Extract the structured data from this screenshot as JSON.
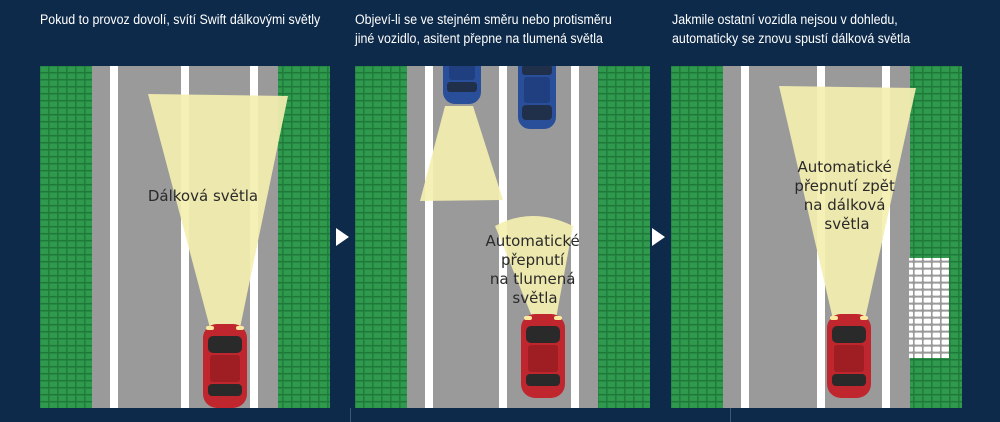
{
  "colors": {
    "background": "#0d2a4a",
    "grass": "#1f7a3a",
    "road": "#9a9a9a",
    "lane_marking": "#ffffff",
    "beam": "#f4efb0",
    "own_car": "#c0262d",
    "oncoming_car": "#2a4f9a"
  },
  "panels": [
    {
      "caption": [
        "Pokud to provoz dovolí, svítí Swift dálkovými světly"
      ],
      "label": [
        "Dálková světla"
      ],
      "beam": "high",
      "oncoming_cars": 0
    },
    {
      "caption": [
        "Objeví-li se ve stejném směru nebo protisměru",
        "jiné vozidlo, asitent přepne na tlumená světla"
      ],
      "label": [
        "Automatické",
        "přepnutí",
        "na tlumená",
        "světla"
      ],
      "beam": "low",
      "oncoming_cars": 2
    },
    {
      "caption": [
        "Jakmile ostatní vozidla nejsou v dohledu,",
        "automaticky se znovu spustí dálková světla"
      ],
      "label": [
        "Automatické",
        "přepnutí zpět",
        "na dálková",
        "světla"
      ],
      "beam": "high",
      "oncoming_cars": 0
    }
  ],
  "icons": {
    "arrow": "right-triangle-arrow",
    "car": "car-top-view-icon"
  }
}
